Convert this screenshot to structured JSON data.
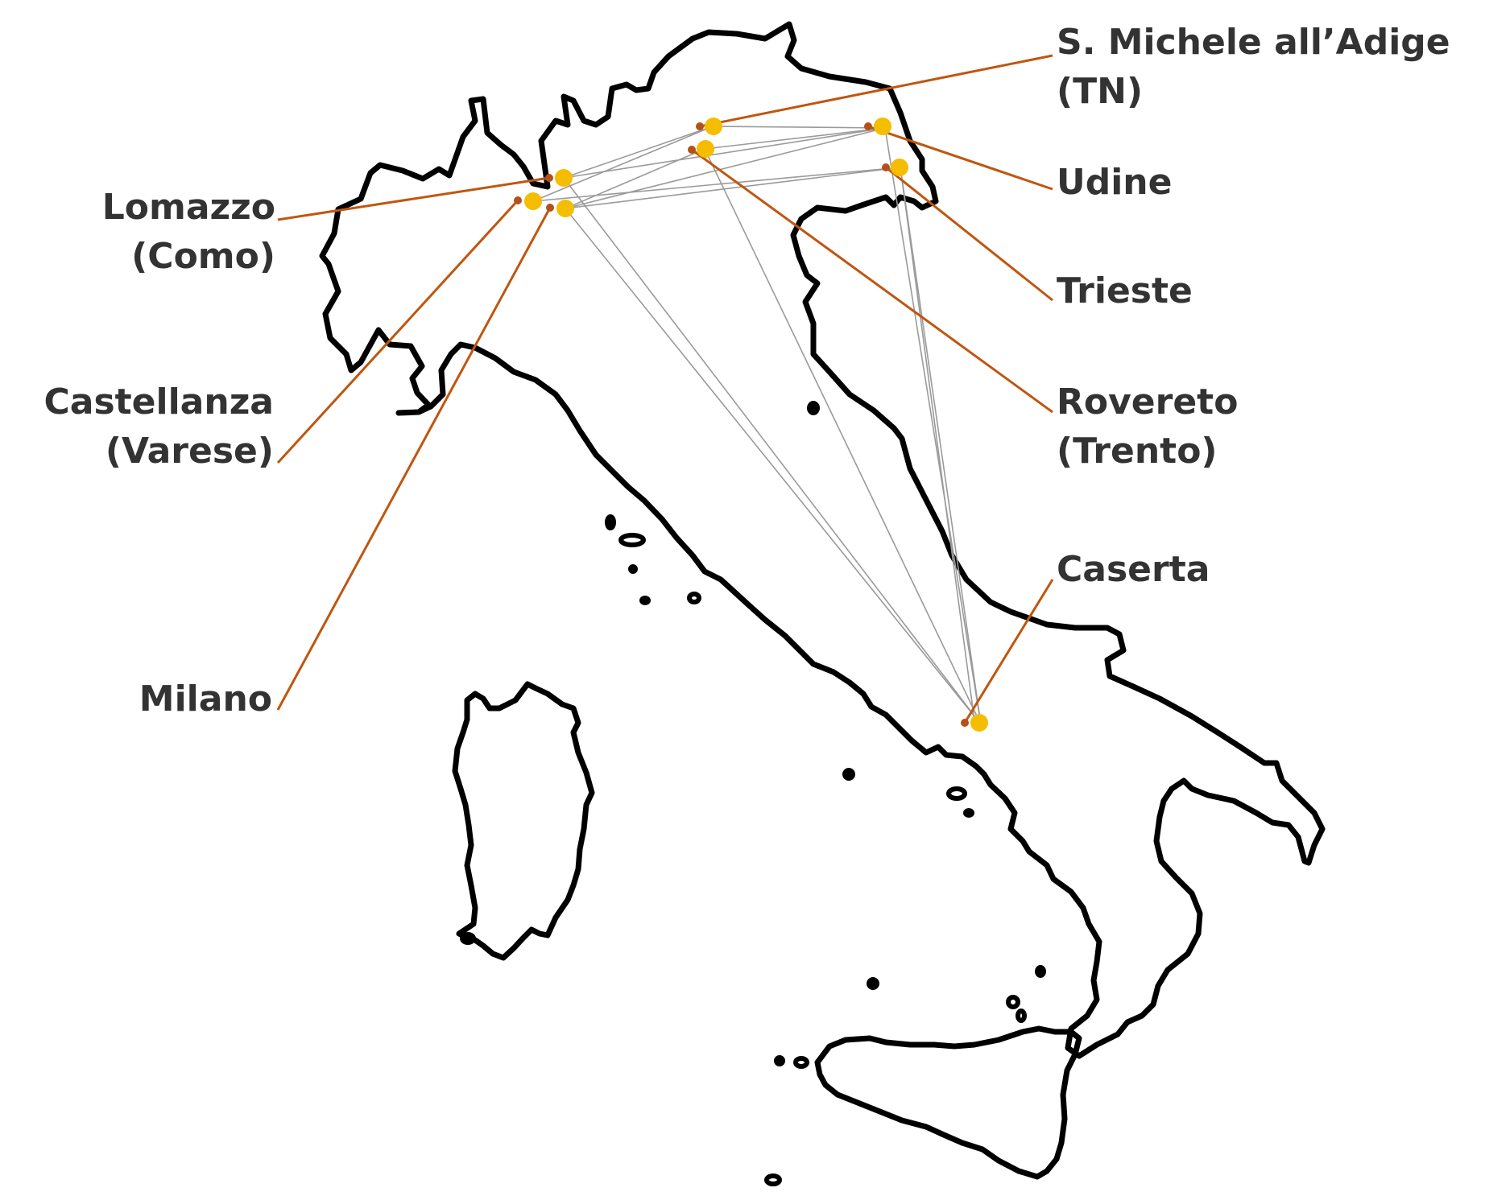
{
  "colors": {
    "coastline": "#000000",
    "leader_line": "#c0560f",
    "site_marker": "#f5bd00",
    "network_line": "#9a9a9a",
    "label_text": "#333333"
  },
  "locations": [
    {
      "id": "lomazzo",
      "lines": [
        "Lomazzo",
        "(Como)"
      ]
    },
    {
      "id": "castellanza",
      "lines": [
        "Castellanza",
        "(Varese)"
      ]
    },
    {
      "id": "milano",
      "lines": [
        "Milano"
      ]
    },
    {
      "id": "san-michele",
      "lines": [
        "S. Michele all’Adige",
        "(TN)"
      ]
    },
    {
      "id": "udine",
      "lines": [
        "Udine"
      ]
    },
    {
      "id": "trieste",
      "lines": [
        "Trieste"
      ]
    },
    {
      "id": "rovereto",
      "lines": [
        "Rovereto",
        "(Trento)"
      ]
    },
    {
      "id": "caserta",
      "lines": [
        "Caserta"
      ]
    }
  ]
}
